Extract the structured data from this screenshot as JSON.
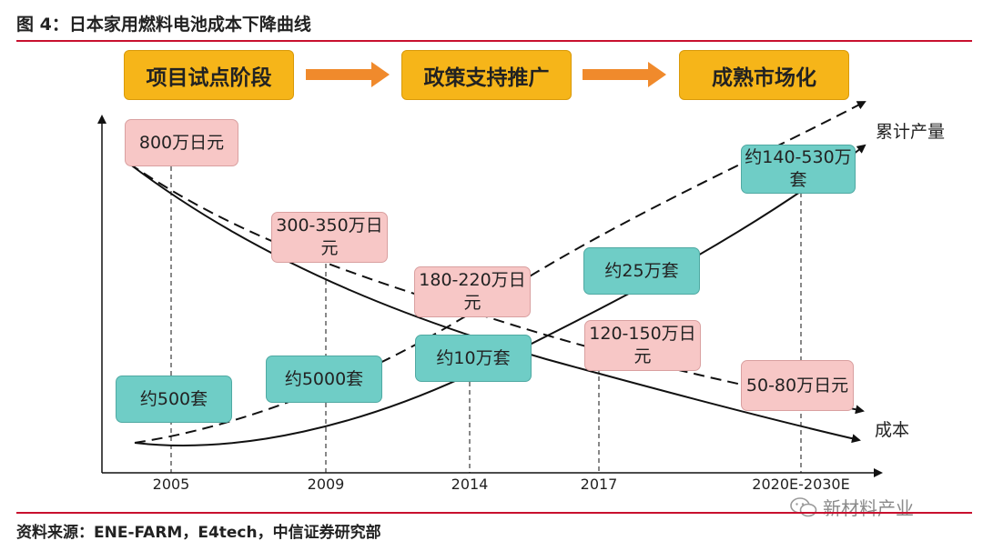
{
  "title": "图 4：日本家用燃料电池成本下降曲线",
  "stages": [
    "项目试点阶段",
    "政策支持推广",
    "成熟市场化"
  ],
  "x_ticks": [
    "2005",
    "2009",
    "2014",
    "2017",
    "2020E-2030E"
  ],
  "cost_labels": [
    "800万日元",
    "300-350万日元",
    "180-220万日元",
    "120-150万日元",
    "50-80万日元"
  ],
  "volume_labels": [
    "约500套",
    "约5000套",
    "约10万套",
    "约25万套",
    "约140-530万套"
  ],
  "curve_labels": {
    "volume": "累计产量",
    "cost": "成本"
  },
  "source": "资料来源：ENE-FARM，E4tech，中信证券研究部",
  "watermark": "新材料产业",
  "colors": {
    "stage": "#f6b519",
    "arrow": "#f08a2c",
    "cost_box": "#f7c7c6",
    "volume_box": "#6fcdc6",
    "rule": "#c8102e"
  }
}
